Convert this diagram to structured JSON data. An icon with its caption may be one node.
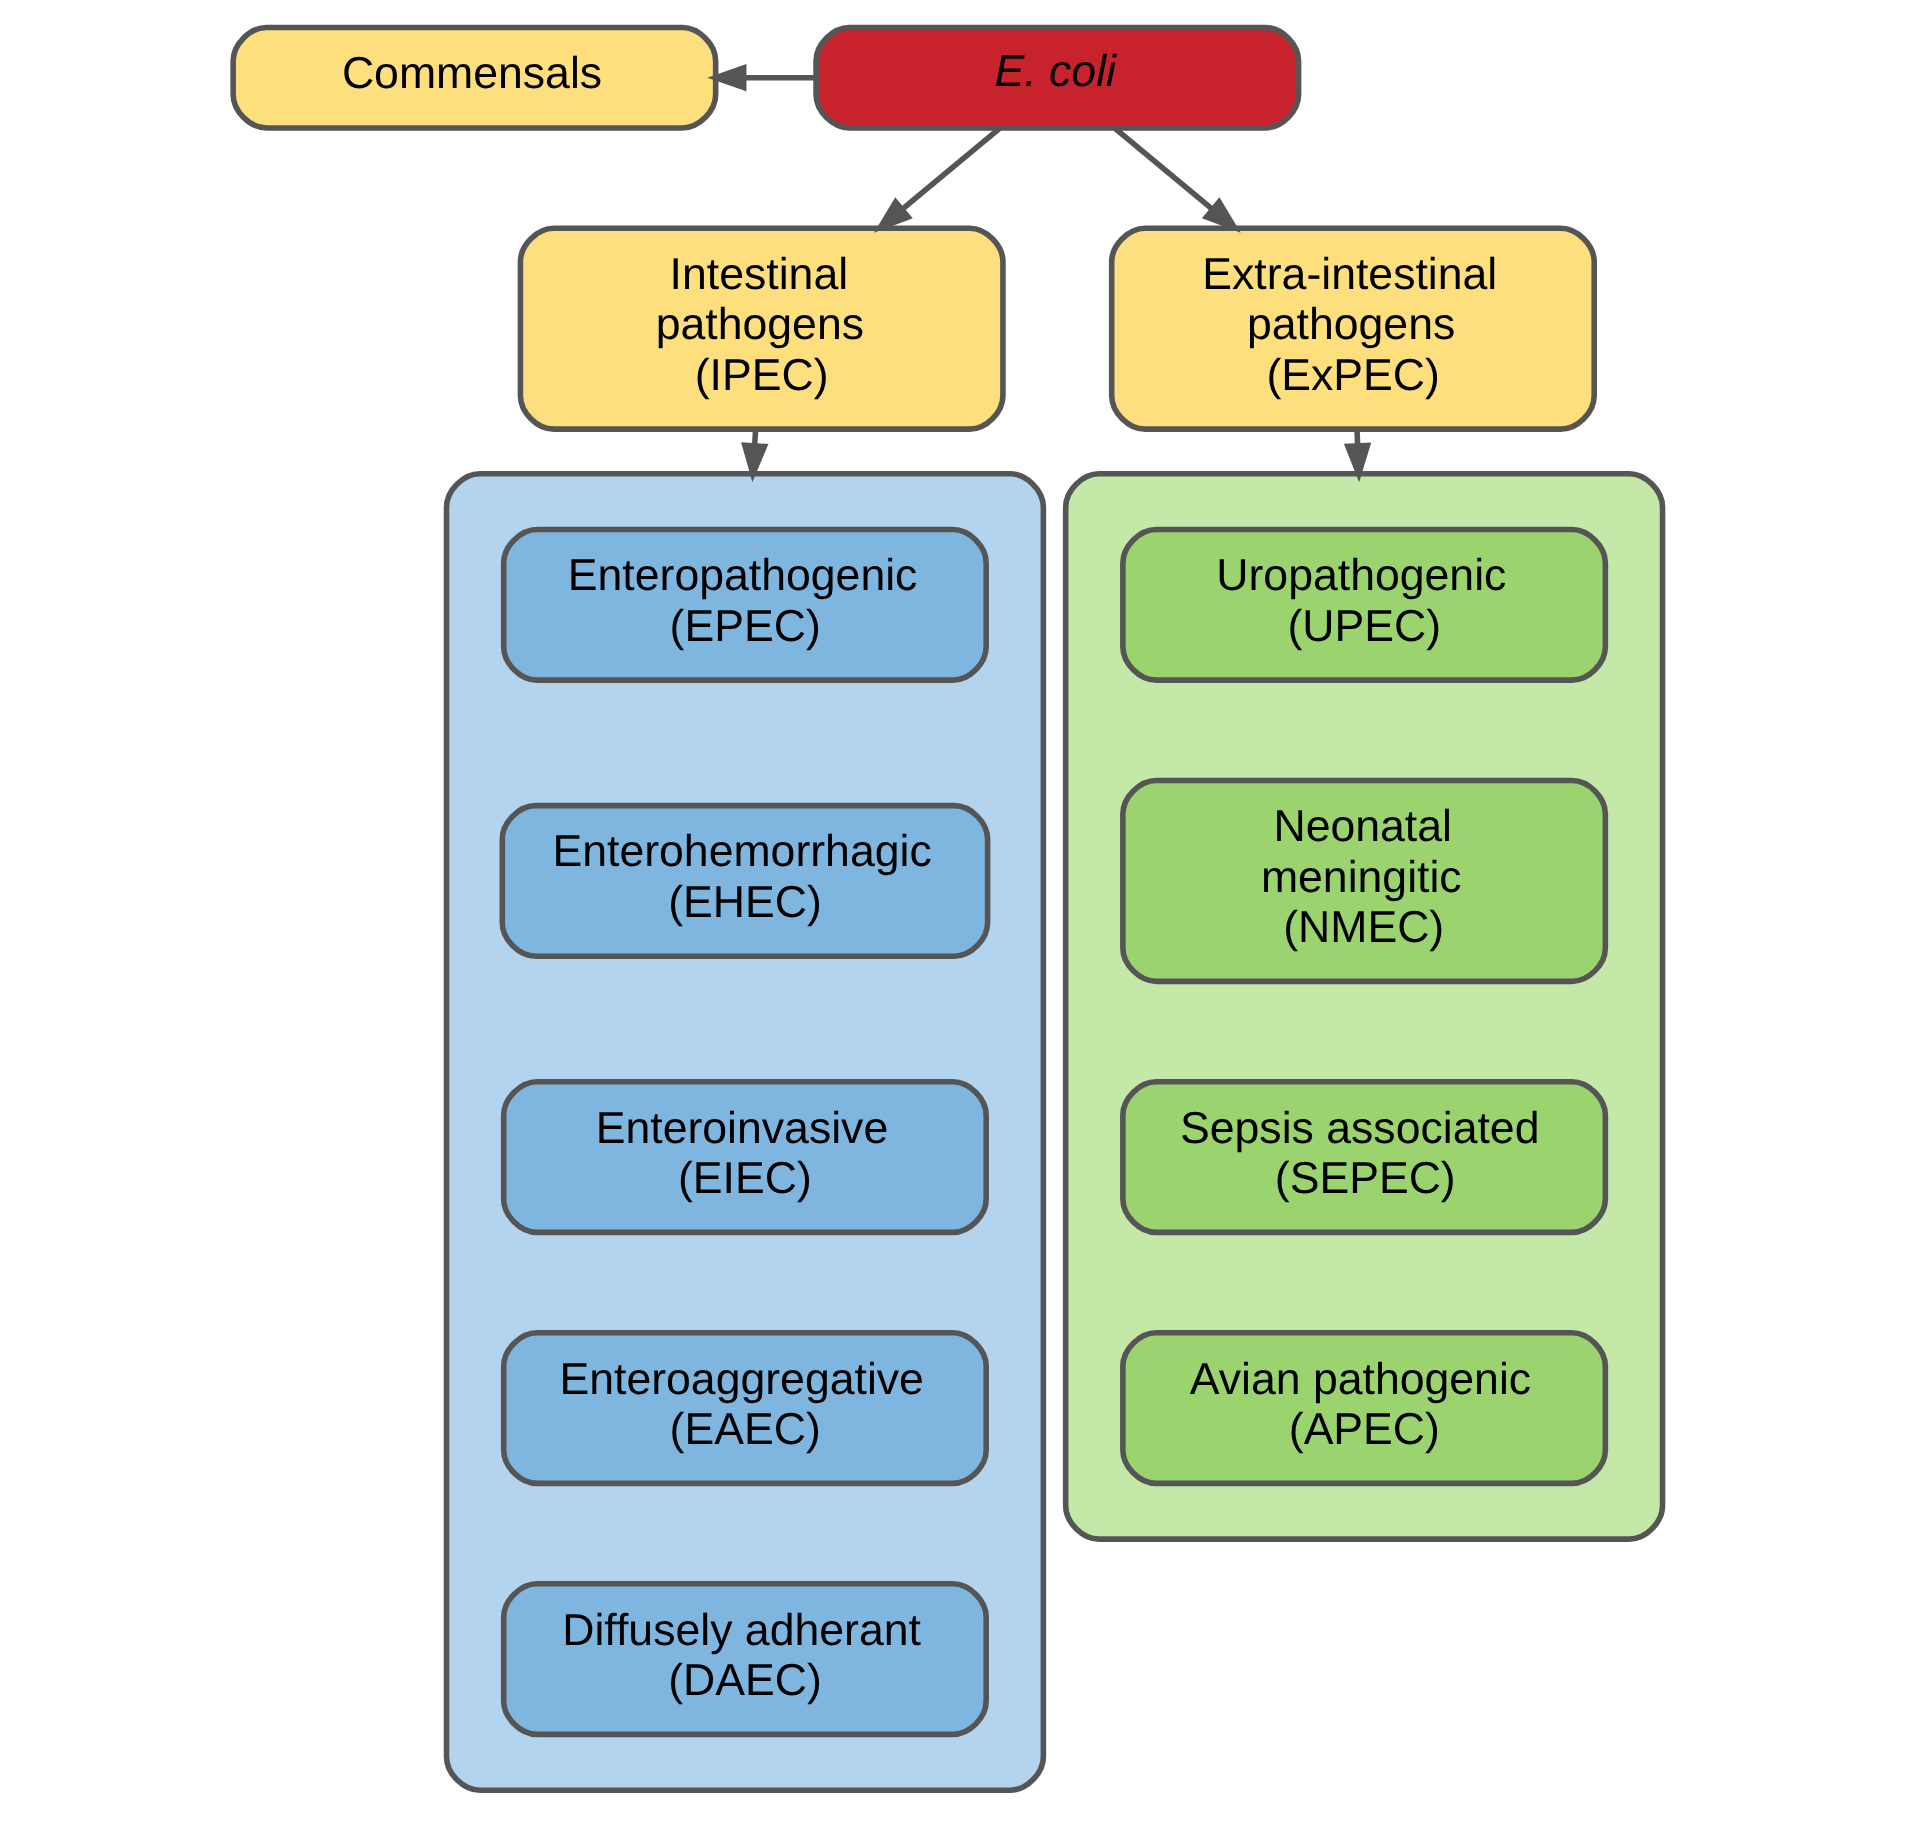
{
  "diagram": {
    "nodes": [
      {
        "text": [
          "E. coli"
        ]
      },
      {
        "text": [
          "Commensals"
        ]
      },
      {
        "text": [
          "Intestinal pathogens (IPEC)"
        ]
      },
      {
        "text": [
          "Extra-intestinal pathogens (ExPEC)"
        ]
      },
      {
        "text": [],
        "shape": "box"
      },
      {
        "text": [
          "Enteropathogenic (EPEC)"
        ],
        "in": 4
      },
      {
        "text": [
          "Enterohemorrhagic (EHEC)"
        ],
        "in": 4
      },
      {
        "text": [
          "Enteroinvasive (EIEC)"
        ],
        "in": 4
      },
      {
        "text": [
          "Enteroaggregative (EAEC)"
        ],
        "in": 4
      },
      {
        "text": [
          "Diffusely adherant (DAEC)"
        ],
        "in": 4
      },
      {
        "text": [],
        "shape": "box"
      },
      {
        "text": [
          "Uropathogenic (UPEC)"
        ],
        "in": 10
      },
      {
        "text": [
          "Neonatal meningitic (NMEC)"
        ],
        "in": 10
      },
      {
        "text": [
          "Sepsis associated (SEPEC)"
        ],
        "in": 10
      },
      {
        "text": [
          "Avian pathogenic (APEC)"
        ],
        "in": 10
      }
    ],
    "edges": [
      {
        "from": 0,
        "to": 1,
        "arrow": "to"
      },
      {
        "from": 0,
        "to": 2,
        "arrow": "to"
      },
      {
        "from": 0,
        "to": 3,
        "arrow": "to"
      },
      {
        "from": 2,
        "to": 4,
        "arrow": "to"
      },
      {
        "from": 3,
        "to": 10,
        "arrow": "to"
      }
    ]
  }
}
